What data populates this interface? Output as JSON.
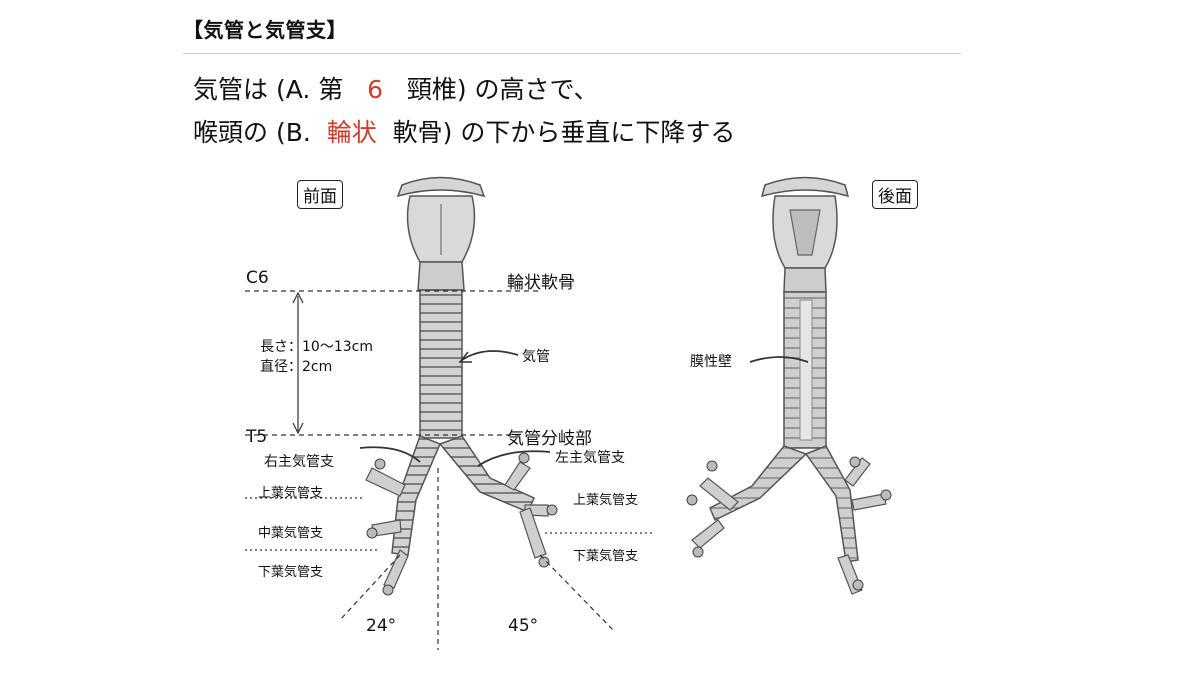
{
  "title": "【気管と気管支】",
  "question1": {
    "pre": "気管は (A. 第",
    "answer": "6",
    "post": "頸椎) の高さで、"
  },
  "question2": {
    "pre": "喉頭の (B.",
    "answer": "輪状",
    "post": "軟骨) の下から垂直に下降する"
  },
  "front_view": {
    "title": "前面",
    "labels": {
      "c6": "C6",
      "cricoid": "輪状軟骨",
      "length": "長さ：10〜13cm",
      "diameter": "直径：2cm",
      "trachea": "気管",
      "t5": "T5",
      "carina": "気管分岐部",
      "right_main": "右主気管支",
      "left_main": "左主気管支",
      "right_upper": "上葉気管支",
      "right_middle": "中葉気管支",
      "right_lower": "下葉気管支",
      "left_upper": "上葉気管支",
      "left_lower": "下葉気管支",
      "angle_right": "24°",
      "angle_left": "45°"
    }
  },
  "back_view": {
    "title": "後面",
    "labels": {
      "membranous_wall": "膜性壁"
    }
  },
  "colors": {
    "answer": "#c9402a",
    "bone": "#c8c8c8",
    "line": "#222222"
  }
}
